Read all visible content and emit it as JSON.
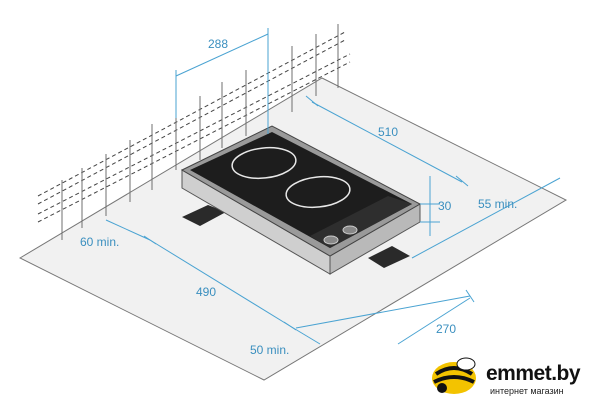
{
  "dimensions": {
    "top_width": "288",
    "hob_depth": "510",
    "hob_height": "30",
    "side_clearance": "55 min.",
    "rear_clearance": "60 min.",
    "cutout_length": "490",
    "front_clearance": "50 min.",
    "cutout_width": "270"
  },
  "brand": {
    "name": "emmet.by",
    "tagline": "интернет магазин"
  },
  "colors": {
    "dimension": "#3a8fbf",
    "countertop_fill": "#f0f0f0",
    "hob_glass": "#1c1c1c",
    "brand_yellow": "#f3c300"
  }
}
